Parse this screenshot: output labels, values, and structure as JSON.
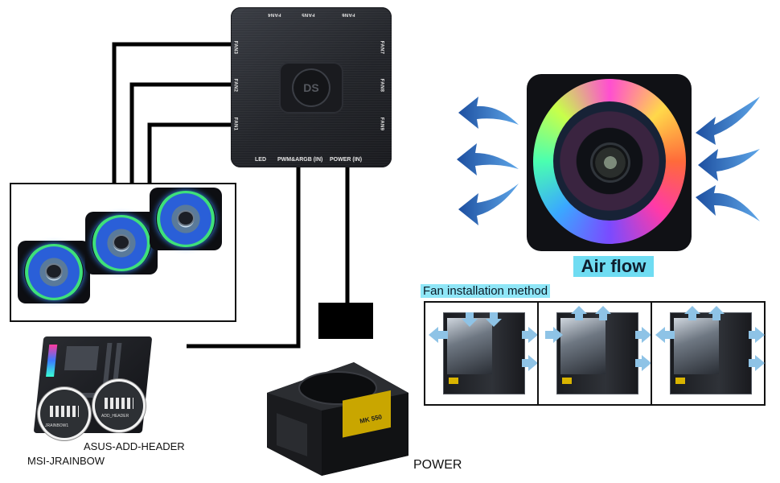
{
  "hub": {
    "logo": "DS",
    "ports_top": [
      "FAN4",
      "FAN5",
      "FAN6"
    ],
    "ports_left": [
      "FAN3",
      "FAN2",
      "FAN1"
    ],
    "ports_right": [
      "FAN7",
      "FAN8",
      "FAN9"
    ],
    "ports_bottom": [
      "LED",
      "PWM&ARGB (IN)",
      "POWER (IN)"
    ]
  },
  "airflow": {
    "label": "Air flow"
  },
  "installation": {
    "title": "Fan installation method"
  },
  "motherboard": {
    "headers": [
      "ASUS-ADD-HEADER",
      "MSI-JRAINBOW"
    ],
    "zoom_labels": [
      "JRAINBOW1",
      "ADD_HEADER"
    ]
  },
  "psu": {
    "caption": "POWER",
    "model_label": "MK 550"
  },
  "colors": {
    "wire": "#000000",
    "airflow_label_bg": "#6fdcf2",
    "install_title_bg": "#8fe6f7",
    "arrow_blue": "#2c6fc9",
    "case_arrow": "#8ec3e6"
  },
  "icons": [
    "fan-hub-icon",
    "rgb-fan-icon",
    "airflow-arrow-icon",
    "pc-case-icon",
    "motherboard-icon",
    "power-supply-icon"
  ]
}
